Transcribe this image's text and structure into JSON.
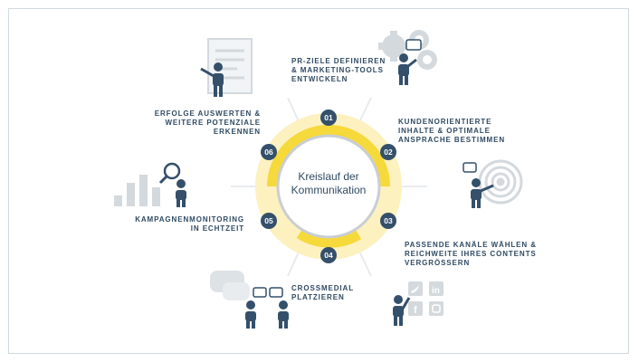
{
  "center": {
    "line1": "Kreislauf der",
    "line2": "Kommunikation"
  },
  "steps": [
    {
      "number": "01",
      "text": "PR-ZIELE DEFINIEREN\n& MARKETING-TOOLS\nENTWICKELN"
    },
    {
      "number": "02",
      "text": "KUNDENORIENTIERTE\nINHALTE & OPTIMALE\nANSPRACHE BESTIMMEN"
    },
    {
      "number": "03",
      "text": "PASSENDE KANÄLE WÄHLEN &\nREICHWEITE IHRES CONTENTS\nVERGRÖSSERN"
    },
    {
      "number": "04",
      "text": "CROSSMEDIAL\nPLATZIEREN"
    },
    {
      "number": "05",
      "text": "KAMPAGNENMONITORING\nIN ECHTZEIT"
    },
    {
      "number": "06",
      "text": "ERFOLGE AUSWERTEN &\nWEITERE POTENZIALE\nERKENNEN"
    }
  ],
  "colors": {
    "ring_yellow": "#f6d93a",
    "ring_pale": "#fbeeb0",
    "navy": "#34506b",
    "gray_icon": "#d3d9dd"
  }
}
